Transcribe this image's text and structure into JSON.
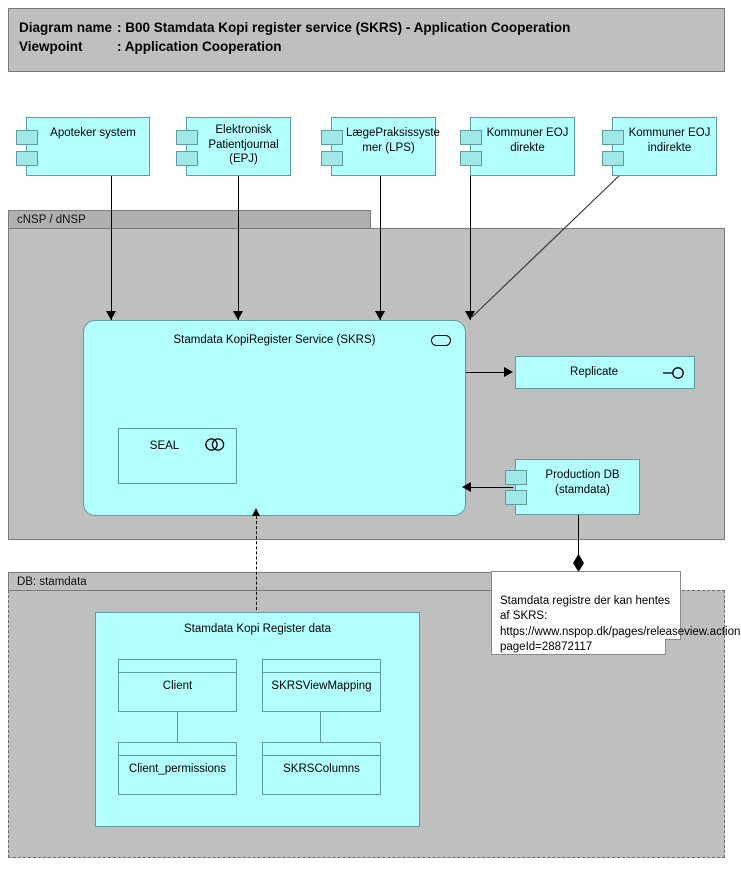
{
  "header": {
    "line1_key": "Diagram name",
    "line1_value": ": B00 Stamdata Kopi register service (SKRS) - Application Cooperation",
    "line2_key": "Viewpoint",
    "line2_value": ": Application Cooperation"
  },
  "colors": {
    "node_fill": "#b3ffff",
    "node_border": "#5f9ea0",
    "group_fill": "#bfbfbf",
    "group_tab_fill": "#b0b0b0",
    "tab_fill": "#a0e8e8",
    "note_fill": "#ffffff",
    "connector": "#000000"
  },
  "external_systems": [
    {
      "id": "apoteker",
      "label": "Apoteker system",
      "icon": "component-icon"
    },
    {
      "id": "epj",
      "label": "Elektronisk\nPatientjournal\n(EPJ)",
      "icon": "component-icon"
    },
    {
      "id": "lps",
      "label": "LægePraksissyste\nmer (LPS)",
      "icon": "component-icon"
    },
    {
      "id": "kommuner_direkte",
      "label": "Kommuner EOJ\ndirekte",
      "icon": "component-icon"
    },
    {
      "id": "kommuner_indirekte",
      "label": "Kommuner EOJ\nindirekte",
      "icon": "component-icon"
    }
  ],
  "groups": {
    "nsp": {
      "label": "cNSP / dNSP"
    },
    "db": {
      "label": "DB: stamdata"
    }
  },
  "nsp_contents": {
    "service": {
      "label": "Stamdata KopiRegister Service (SKRS)",
      "icon": "application-service-icon"
    },
    "seal": {
      "label": "SEAL",
      "icon": "collaboration-icon"
    },
    "replicate": {
      "label": "Replicate",
      "icon": "interface-lollipop-icon"
    },
    "production_db": {
      "label": "Production DB\n(stamdata)",
      "icon": "component-icon"
    }
  },
  "db_contents": {
    "container": {
      "label": "Stamdata Kopi Register data"
    },
    "entities": [
      {
        "id": "client",
        "label": "Client"
      },
      {
        "id": "skrsviewmapping",
        "label": "SKRSViewMapping"
      },
      {
        "id": "client_permissions",
        "label": "Client_permissions"
      },
      {
        "id": "skrscolumns",
        "label": "SKRSColumns"
      }
    ]
  },
  "note": {
    "text": "Stamdata registre der kan hentes af SKRS: https://www.nspop.dk/pages/releaseview.action?pageId=28872117"
  }
}
